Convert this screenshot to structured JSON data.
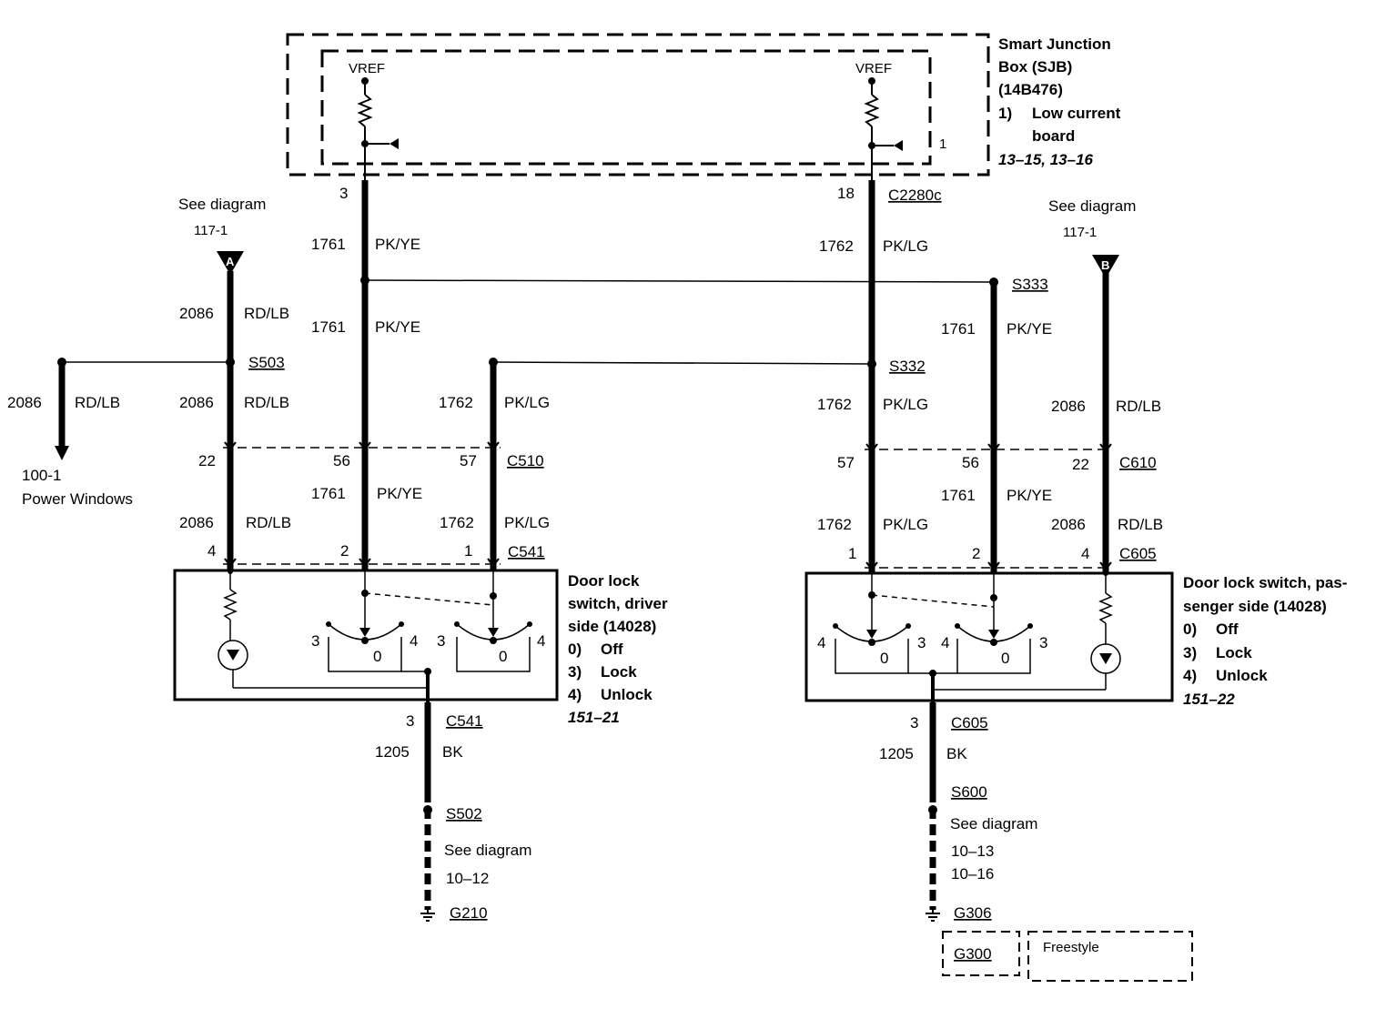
{
  "sjb": {
    "title": "Smart Junction",
    "title2": "Box (SJB)",
    "part": "(14B476)",
    "item_num": "1)",
    "item_text": "Low current",
    "item_text2": "board",
    "pages": "13–15, 13–16",
    "vref_left": "VREF",
    "vref_right": "VREF",
    "inner_label": "1"
  },
  "top_pins": {
    "left_pin": "3",
    "right_pin": "18",
    "right_connector": "C2280c"
  },
  "refs": {
    "left_see": "See diagram",
    "left_page": "117-1",
    "left_letter": "A",
    "right_see": "See diagram",
    "right_page": "117-1",
    "right_letter": "B"
  },
  "wires": {
    "w1761": "1761",
    "pkye": "PK/YE",
    "w1762": "1762",
    "pklg": "PK/LG",
    "w2086": "2086",
    "rdlb": "RD/LB",
    "w1205": "1205",
    "bk": "BK"
  },
  "splices": {
    "s503": "S503",
    "s333": "S333",
    "s332": "S332",
    "s502": "S502",
    "s600": "S600"
  },
  "power_windows": {
    "page": "100-1",
    "label": "Power Windows"
  },
  "connectors": {
    "c510_left": "C510",
    "c510_right": "C610",
    "c541": "C541",
    "c605": "C605",
    "pin22": "22",
    "pin56": "56",
    "pin57": "57",
    "pin4": "4",
    "pin2": "2",
    "pin1": "1",
    "pin3": "3"
  },
  "driver_switch": {
    "title": "Door lock",
    "title2": "switch, driver",
    "title3": "side (14028)",
    "opt0": "0)",
    "opt0_t": "Off",
    "opt3": "3)",
    "opt3_t": "Lock",
    "opt4": "4)",
    "opt4_t": "Unlock",
    "page": "151–21"
  },
  "pass_switch": {
    "title": "Door lock switch, pas-",
    "title2": "senger side (14028)",
    "opt0": "0)",
    "opt0_t": "Off",
    "opt3": "3)",
    "opt3_t": "Lock",
    "opt4": "4)",
    "opt4_t": "Unlock",
    "page": "151–22"
  },
  "switch_pos": {
    "p0": "0",
    "p3": "3",
    "p4": "4"
  },
  "grounds": {
    "left_see": "See diagram",
    "left_page": "10–12",
    "left_ground": "G210",
    "right_see": "See diagram",
    "right_page1": "10–13",
    "right_page2": "10–16",
    "right_ground": "G306",
    "alt_ground": "G300",
    "freestyle": "Freestyle"
  }
}
